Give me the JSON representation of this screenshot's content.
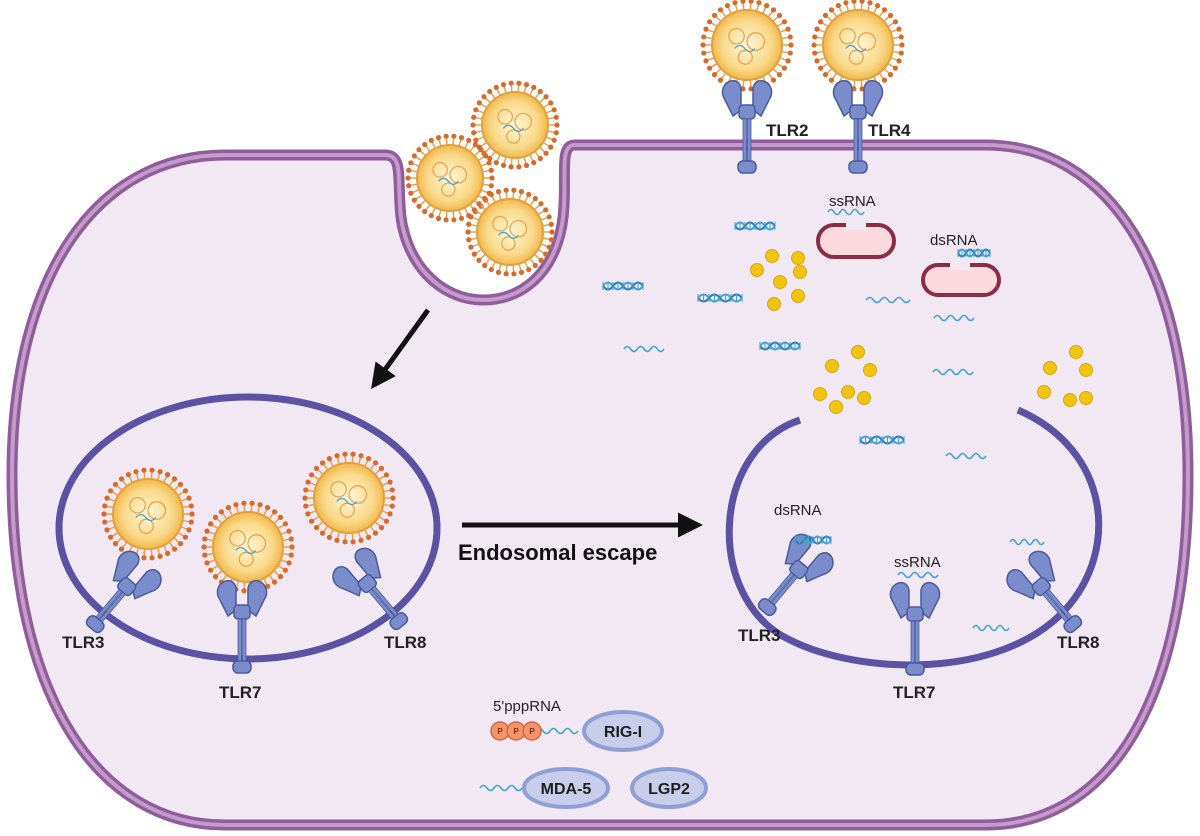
{
  "colors": {
    "membrane_outer": "#8e5d9a",
    "membrane_inner": "#c59bcc",
    "cytoplasm": "#f2e8f4",
    "endosome": "#5b52a3",
    "receptor": "#7b8ccc",
    "receptor_dark": "#4b5a99",
    "lnp_core": "#f9d98a",
    "lnp_shell": "#d66a2a",
    "rna": "#3fa3d6",
    "nanoparticle": "#f2c40f",
    "vesicle": "#8a2c45",
    "phosphate": "#f2956c",
    "protein_box": "#c8cdea"
  },
  "labels": {
    "tlr2": "TLR2",
    "tlr4": "TLR4",
    "ssrna_top": "ssRNA",
    "dsrna_top": "dsRNA",
    "left_tlr3": "TLR3",
    "left_tlr7": "TLR7",
    "left_tlr8": "TLR8",
    "escape": "Endosomal escape",
    "right_dsrna": "dsRNA",
    "right_ssrna": "ssRNA",
    "right_tlr3": "TLR3",
    "right_tlr7": "TLR7",
    "right_tlr8": "TLR8",
    "ppp_rna": "5'pppRNA",
    "p": "P",
    "rig_i": "RIG-I",
    "mda5": "MDA-5",
    "lgp2": "LGP2"
  },
  "icons": {
    "lnp": "lipid-nanoparticle-icon",
    "receptor": "toll-like-receptor-icon",
    "rna": "rna-strand-icon",
    "arrow": "arrow-icon"
  }
}
